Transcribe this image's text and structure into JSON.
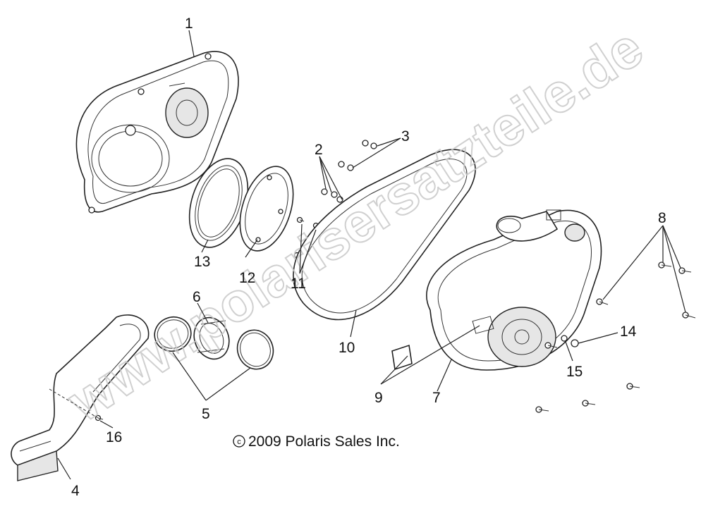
{
  "copyright": "2009 Polaris Sales Inc.",
  "copyright_symbol": "©",
  "watermark": "www.polarisersatzteile.de",
  "callouts": {
    "c1": "1",
    "c2": "2",
    "c3": "3",
    "c4": "4",
    "c5": "5",
    "c6": "6",
    "c7": "7",
    "c8": "8",
    "c9": "9",
    "c10": "10",
    "c11": "11",
    "c12": "12",
    "c13": "13",
    "c14": "14",
    "c15": "15",
    "c16": "16"
  }
}
